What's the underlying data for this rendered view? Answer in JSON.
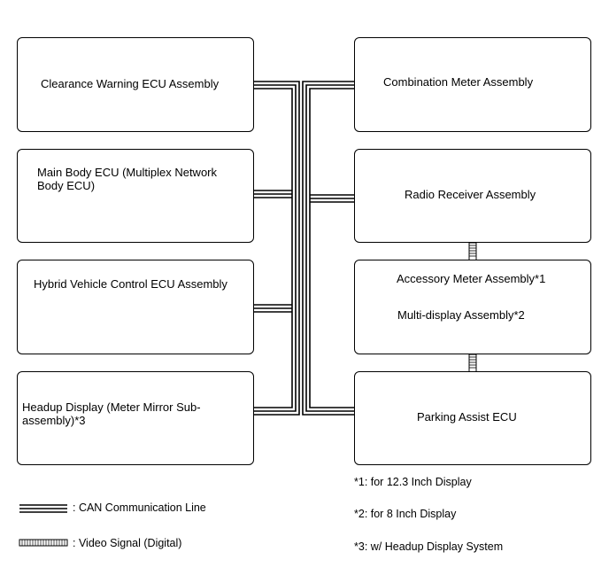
{
  "boxes": {
    "clearance_warning_ecu": "Clearance Warning ECU Assembly",
    "main_body_ecu": "Main Body ECU (Multiplex Network Body ECU)",
    "hybrid_vehicle_control_ecu": "Hybrid Vehicle Control ECU Assembly",
    "headup_display": "Headup Display (Meter Mirror Sub-assembly)*3",
    "combination_meter": "Combination Meter Assembly",
    "radio_receiver": "Radio Receiver Assembly",
    "accessory_meter": "Accessory Meter Assembly*1",
    "multi_display": "Multi-display Assembly*2",
    "parking_assist_ecu": "Parking Assist ECU"
  },
  "legend": {
    "can_line": ": CAN Communication Line",
    "video_signal": ": Video Signal (Digital)"
  },
  "notes": {
    "n1": "*1: for 12.3 Inch Display",
    "n2": "*2: for 8 Inch Display",
    "n3": "*3: w/ Headup Display System"
  }
}
